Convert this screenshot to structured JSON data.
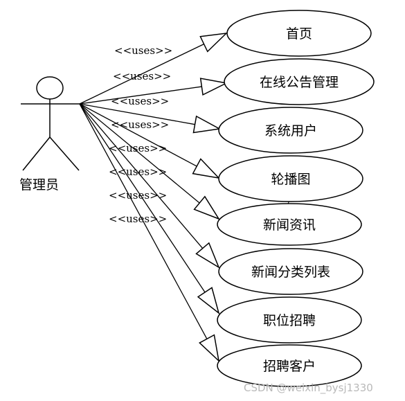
{
  "actor": {
    "name": "管理员"
  },
  "relation_label": "<<uses>>",
  "use_cases": [
    {
      "label": "首页"
    },
    {
      "label": "在线公告管理"
    },
    {
      "label": "系统用户"
    },
    {
      "label": "轮播图"
    },
    {
      "label": "新闻资讯"
    },
    {
      "label": "新闻分类列表"
    },
    {
      "label": "职位招聘"
    },
    {
      "label": "招聘客户"
    }
  ],
  "watermark": "CSDN @weixin_bysj1330"
}
